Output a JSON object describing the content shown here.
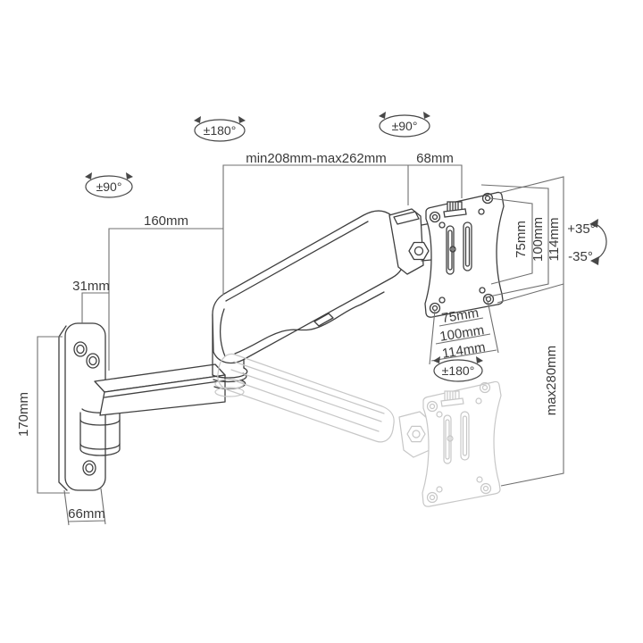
{
  "diagram": {
    "type": "technical-line-drawing",
    "subject": "gas-spring wall mount monitor arm with dimensions",
    "colors": {
      "background": "#ffffff",
      "drawing_line": "#3f3f3f",
      "dimension_line": "#6f6f6f",
      "ghost_line": "#c7c7c7",
      "text": "#3a3a3a"
    },
    "rotations": {
      "wall_swivel": "±90°",
      "elbow_swivel": "±180°",
      "head_swivel": "±90°",
      "plate_rotation": "±180°",
      "tilt_up": "+35°",
      "tilt_down": "-35°"
    },
    "dimensions": {
      "extension_range": "min208mm-max262mm",
      "vesa_head_width": "68mm",
      "arm_length": "160mm",
      "wall_plate_depth": "31mm",
      "wall_plate_height": "170mm",
      "wall_plate_width": "66mm",
      "height_adjust_range": "max280mm",
      "vesa_vertical": [
        "75mm",
        "100mm",
        "114mm"
      ],
      "vesa_horizontal": [
        "75mm",
        "100mm",
        "114mm"
      ]
    }
  }
}
